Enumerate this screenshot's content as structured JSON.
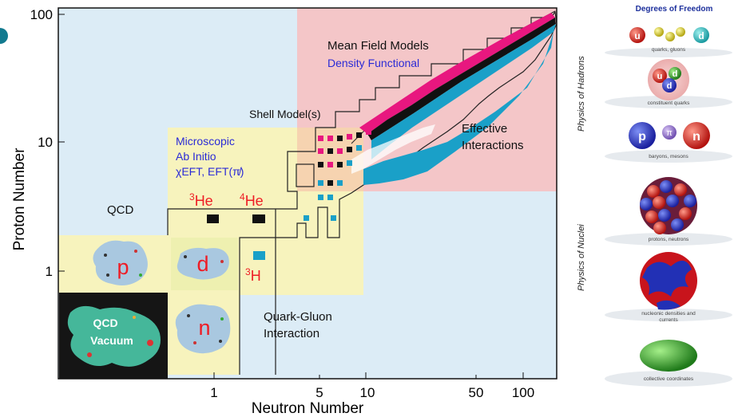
{
  "left_marker": "",
  "axes": {
    "x_label": "Neutron Number",
    "y_label": "Proton Number",
    "x_ticks": [
      "1",
      "5",
      "10",
      "50",
      "100"
    ],
    "y_ticks": [
      "100",
      "10",
      "1"
    ]
  },
  "regions": {
    "mean_field": "Mean Field Models",
    "density_functional": "Density Functional",
    "shell_model": "Shell Model(s)",
    "effective_line1": "Effective",
    "effective_line2": "Interactions",
    "microscopic_line1": "Microscopic",
    "microscopic_line2": "Ab Initio",
    "microscopic_line3": "χEFT, EFT(π̸)",
    "qcd": "QCD",
    "quark_gluon_line1": "Quark-Gluon",
    "quark_gluon_line2": "Interaction",
    "qcd_vacuum_line1": "QCD",
    "qcd_vacuum_line2": "Vacuum"
  },
  "nuclei": {
    "he3_mass": "3",
    "he3_sym": "He",
    "he4_mass": "4",
    "he4_sym": "He",
    "h3_mass": "3",
    "h3_sym": "H",
    "proton": "p",
    "deuteron": "d",
    "neutron": "n"
  },
  "side_panel": {
    "title": "Degrees of Freedom",
    "hadrons_label": "Physics of Hadrons",
    "nuclei_label": "Physics of Nuclei",
    "quark_u": "u",
    "quark_d": "d",
    "cq_u": "u",
    "cq_d1": "d",
    "cq_d2": "d",
    "baryon_p": "p",
    "meson_pi": "π",
    "baryon_n": "n",
    "captions": [
      "quarks, gluons",
      "constituent quarks",
      "baryons, mesons",
      "protons, neutrons",
      "nucleonic densities and currents",
      "collective coordinates"
    ]
  },
  "colors": {
    "light_blue": "#dcecf6",
    "pink": "#f4c6c8",
    "yellow": "#f7f3bd",
    "magenta": "#e8177f",
    "cyan": "#1aa0c8",
    "red_label": "#ee1c25",
    "blue_label": "#2b2bd6"
  }
}
